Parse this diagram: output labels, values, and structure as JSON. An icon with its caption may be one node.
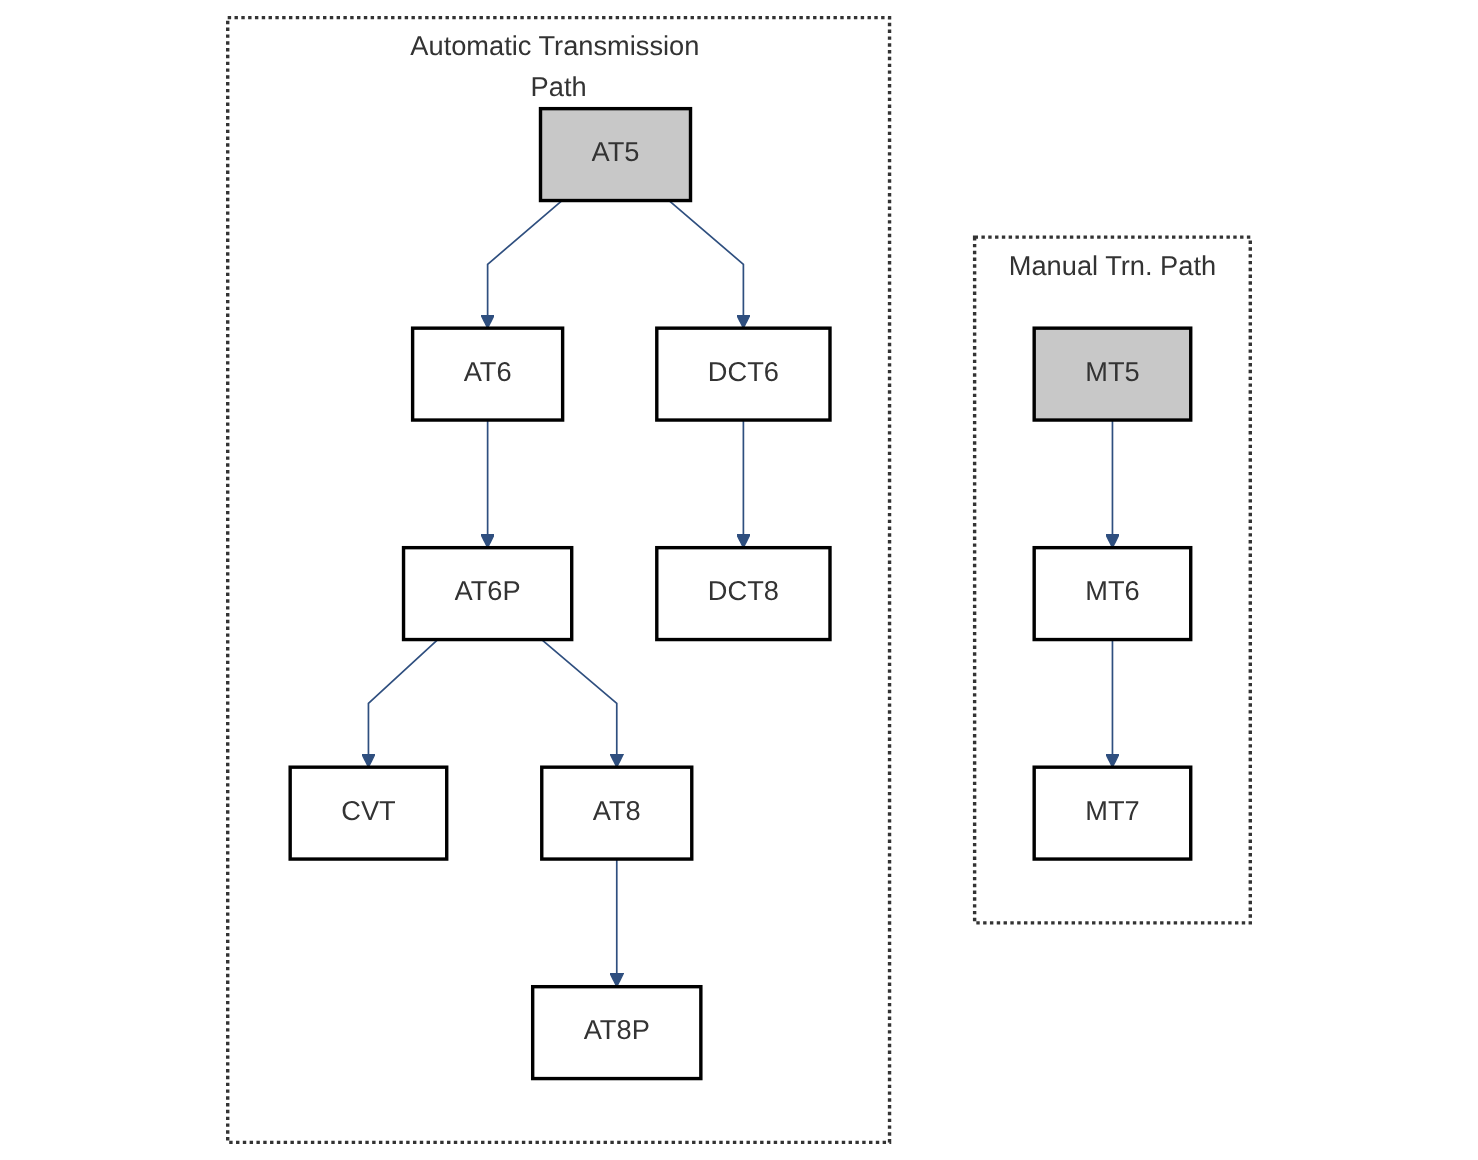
{
  "diagram": {
    "nodes": [
      {
        "text": [
          "Manual Trn. Path"
        ]
      },
      {
        "text": [
          "MT5"
        ],
        "in": 0
      },
      {
        "text": [
          "MT6"
        ],
        "in": 0
      },
      {
        "text": [
          "MT7"
        ],
        "in": 0
      },
      {
        "text": [
          "Automatic Transmission Path"
        ]
      },
      {
        "text": [
          "AT5"
        ],
        "in": 4
      },
      {
        "text": [
          "AT6"
        ],
        "in": 4
      },
      {
        "text": [
          "DCT6"
        ],
        "in": 4
      },
      {
        "text": [
          "AT6P"
        ],
        "in": 4
      },
      {
        "text": [
          "DCT8"
        ],
        "in": 4
      },
      {
        "text": [
          "CVT"
        ],
        "in": 4
      },
      {
        "text": [
          "AT8"
        ],
        "in": 4
      },
      {
        "text": [
          "AT8P"
        ],
        "in": 4
      }
    ],
    "edges": [
      {
        "from": 1,
        "to": 2,
        "arrow": "to"
      },
      {
        "from": 2,
        "to": 3,
        "arrow": "to"
      },
      {
        "from": 5,
        "to": 6,
        "arrow": "to"
      },
      {
        "from": 5,
        "to": 7,
        "arrow": "to"
      },
      {
        "from": 6,
        "to": 8,
        "arrow": "to"
      },
      {
        "from": 7,
        "to": 9,
        "arrow": "to"
      },
      {
        "from": 8,
        "to": 10,
        "arrow": "to"
      },
      {
        "from": 8,
        "to": 11,
        "arrow": "to"
      },
      {
        "from": 11,
        "to": 12,
        "arrow": "to"
      }
    ]
  }
}
